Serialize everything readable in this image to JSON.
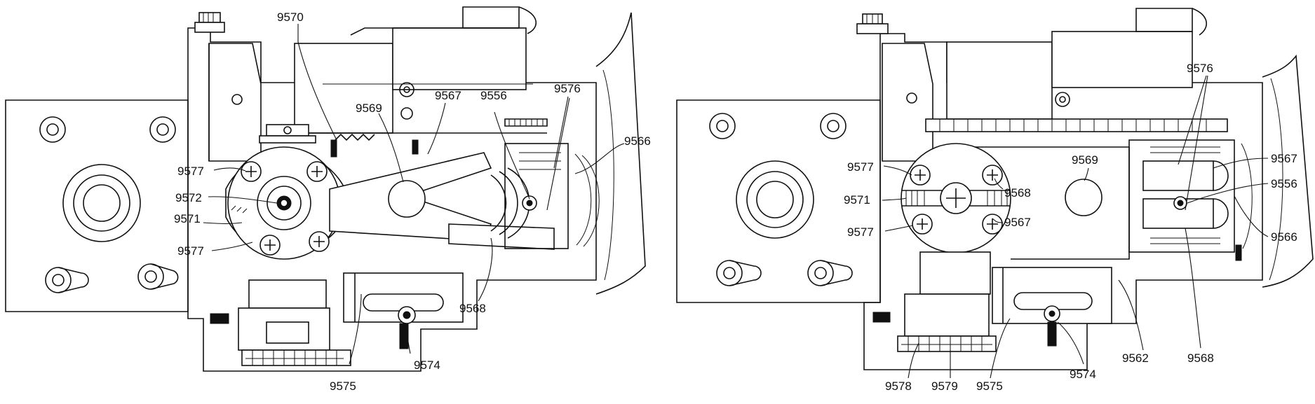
{
  "figure": {
    "left_labels": {
      "l9570": "9570",
      "l9569": "9569",
      "l9567": "9567",
      "l9556": "9556",
      "l9576": "9576",
      "l9566": "9566",
      "l9577a": "9577",
      "l9572": "9572",
      "l9571": "9571",
      "l9577b": "9577",
      "l9568": "9568",
      "l9574": "9574",
      "l9575": "9575"
    },
    "right_labels": {
      "l9576": "9576",
      "l9569": "9569",
      "l9567a": "9567",
      "l9577a": "9577",
      "l9568a": "9568",
      "l9556": "9556",
      "l9571": "9571",
      "l9567b": "9567",
      "l9577b": "9577",
      "l9566": "9566",
      "l9562": "9562",
      "l9568b": "9568",
      "l9578": "9578",
      "l9579": "9579",
      "l9575": "9575",
      "l9574": "9574"
    }
  }
}
